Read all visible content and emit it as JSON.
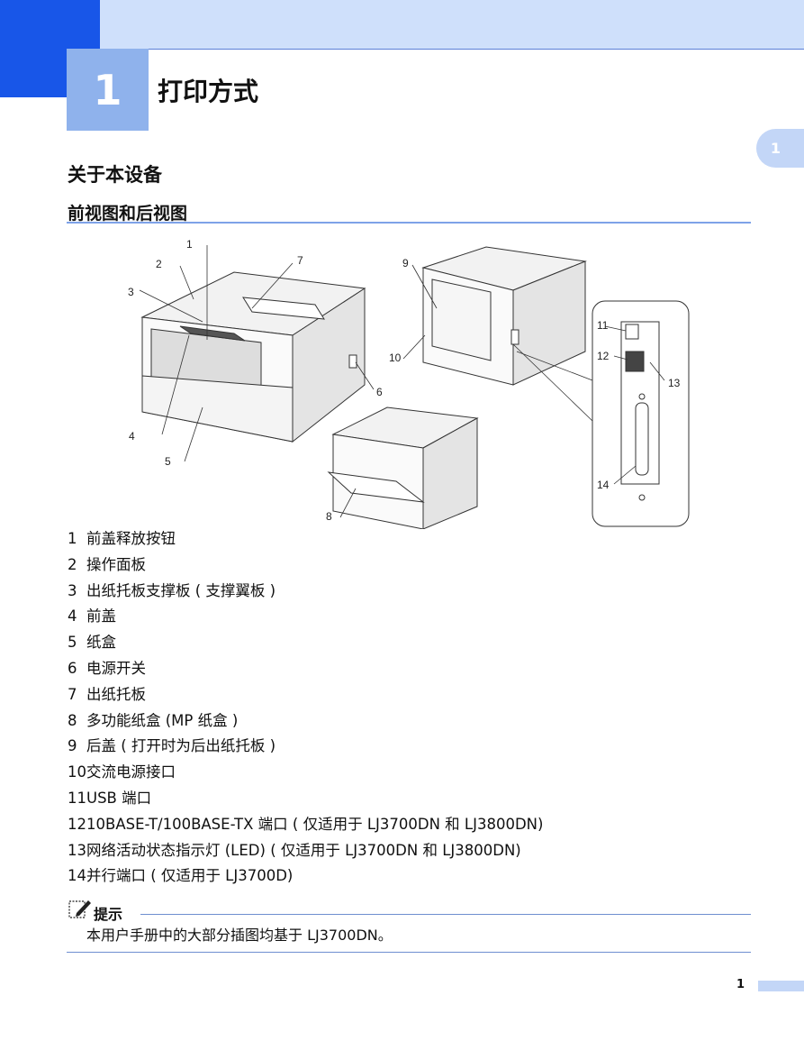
{
  "chapter": {
    "number": "1",
    "title": "打印方式"
  },
  "side_tab": "1",
  "section_title": "关于本设备",
  "subsection_title": "前视图和后视图",
  "callouts": [
    "1",
    "2",
    "3",
    "4",
    "5",
    "6",
    "7",
    "8",
    "9",
    "10",
    "11",
    "12",
    "13",
    "14"
  ],
  "legend": [
    {
      "num": "1",
      "text": "前盖释放按钮"
    },
    {
      "num": "2",
      "text": "操作面板"
    },
    {
      "num": "3",
      "text": "出纸托板支撑板 ( 支撑翼板 )"
    },
    {
      "num": "4",
      "text": "前盖"
    },
    {
      "num": "5",
      "text": "纸盒"
    },
    {
      "num": "6",
      "text": "电源开关"
    },
    {
      "num": "7",
      "text": "出纸托板"
    },
    {
      "num": "8",
      "text": "多功能纸盒 (MP 纸盒 )"
    },
    {
      "num": "9",
      "text": "后盖 ( 打开时为后出纸托板 )"
    },
    {
      "num": "10",
      "text": "交流电源接口"
    },
    {
      "num": "11",
      "text": "USB 端口"
    },
    {
      "num": "12",
      "text": "10BASE-T/100BASE-TX 端口 ( 仅适用于 LJ3700DN 和 LJ3800DN)"
    },
    {
      "num": "13",
      "text": "网络活动状态指示灯 (LED) ( 仅适用于 LJ3700DN 和 LJ3800DN)"
    },
    {
      "num": "14",
      "text": "并行端口 ( 仅适用于 LJ3700D)"
    }
  ],
  "note": {
    "label": "提示",
    "text": "本用户手册中的大部分插图均基于 LJ3700DN。",
    "icon": "pencil-note-icon"
  },
  "page_number": "1",
  "colors": {
    "accent_dark": "#1856e8",
    "accent_light": "#cfe0fb",
    "chapter_box": "#8fb2ec",
    "rule": "#7ea2e8"
  }
}
